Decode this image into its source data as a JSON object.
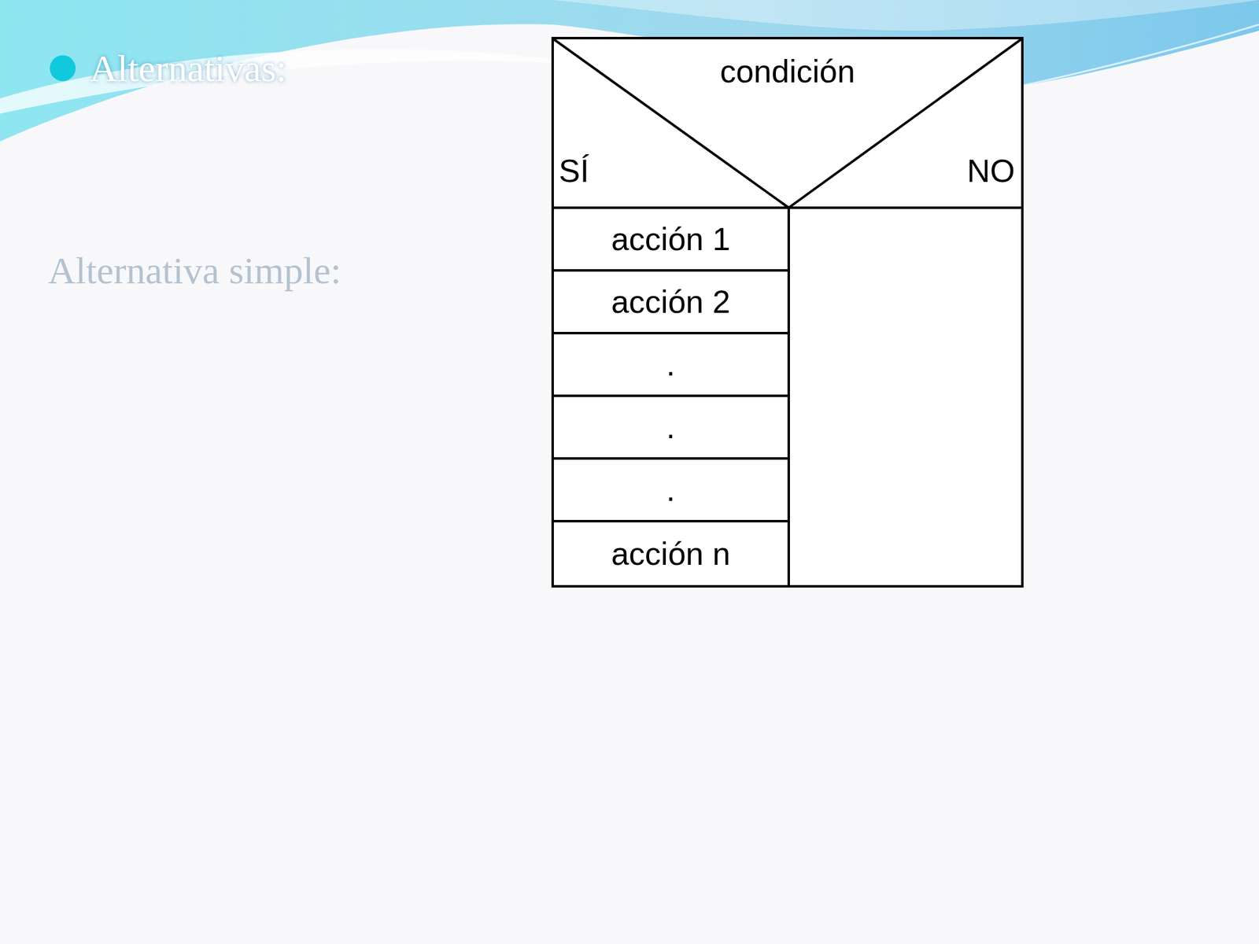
{
  "diagram": {
    "title": "Alternativas:",
    "nodes": [
      {
        "text": [
          "condición",
          "SÍ",
          "NO"
        ]
      },
      {
        "text": [
          "acción 1"
        ],
        "in": 0
      },
      {
        "text": [
          "acción 2"
        ],
        "in": 0
      },
      {
        "text": [
          "."
        ],
        "in": 0
      },
      {
        "text": [
          "."
        ],
        "in": 0
      },
      {
        "text": [
          "."
        ],
        "in": 0
      },
      {
        "text": [
          "acción n"
        ],
        "in": 0
      }
    ],
    "labels": [
      "Alternativa simple:"
    ]
  }
}
